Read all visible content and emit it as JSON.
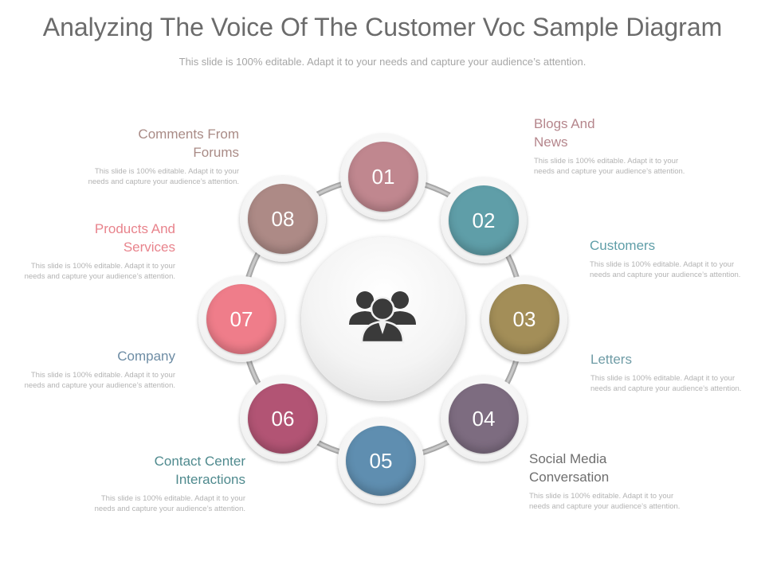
{
  "header": {
    "title": "Analyzing The Voice Of The Customer Voc Sample Diagram",
    "subtitle": "This slide is 100% editable. Adapt it to your needs and capture your audience’s attention."
  },
  "center": {
    "icon": "people-group-icon"
  },
  "steps": [
    {
      "number": "01",
      "color": "#c0878f",
      "label": "Blogs And News",
      "label_color": "#b5868c",
      "desc": "This slide is 100% editable. Adapt it to your needs and capture your audience’s attention."
    },
    {
      "number": "02",
      "color": "#5f9ea8",
      "label": "Customers",
      "label_color": "#5f9ea8",
      "desc": "This slide is 100% editable. Adapt it to your needs and capture your audience’s attention."
    },
    {
      "number": "03",
      "color": "#a38e58",
      "label": "Letters",
      "label_color": "#6f9ca6",
      "desc": "This slide is 100% editable. Adapt it to your needs and capture your audience’s attention."
    },
    {
      "number": "04",
      "color": "#7d6c80",
      "label": "Social Media Conversation",
      "label_color": "#6e6e6e",
      "desc": "This slide is 100% editable. Adapt it to your needs and capture your audience’s attention."
    },
    {
      "number": "05",
      "color": "#5f8eb0",
      "label": "Contact Center Interactions",
      "label_color": "#4f8a8e",
      "desc": "This slide is 100% editable. Adapt it to your needs and capture your audience’s attention."
    },
    {
      "number": "06",
      "color": "#b25474",
      "label": "Company",
      "label_color": "#6d8ca4",
      "desc": "This slide is 100% editable. Adapt it to your needs and capture your audience’s attention."
    },
    {
      "number": "07",
      "color": "#ef7d8a",
      "label": "Products And Services",
      "label_color": "#e8838c",
      "desc": "This slide is 100% editable. Adapt it to your needs and capture your audience’s attention."
    },
    {
      "number": "08",
      "color": "#ad8a86",
      "label": "Comments From Forums",
      "label_color": "#a98b86",
      "desc": "This slide is 100% editable. Adapt it to your needs and capture your audience’s attention."
    }
  ]
}
